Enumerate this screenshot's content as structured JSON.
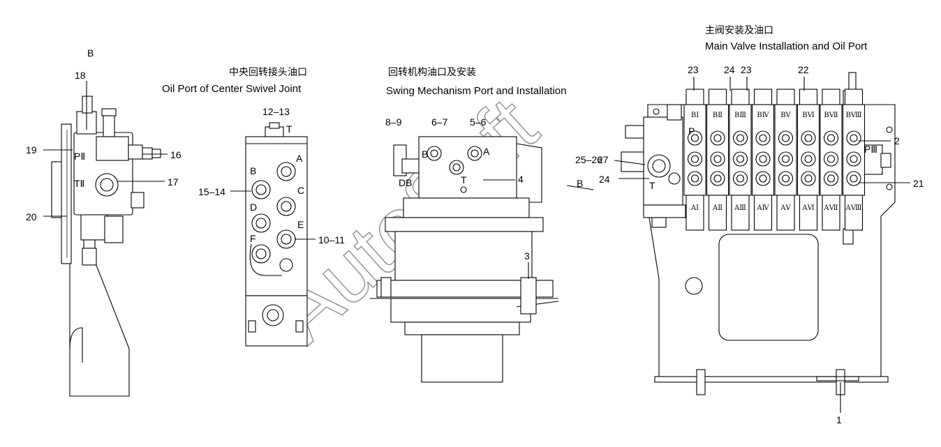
{
  "watermark": "AutoSoft",
  "views": {
    "left": {
      "title": "B",
      "labels": [
        "18",
        "19",
        "16",
        "17",
        "20",
        "PⅡ",
        "TⅡ"
      ]
    },
    "swivel": {
      "title_cn": "中央回转接头油口",
      "title_en": "Oil Port of Center Swivel Joint",
      "labels": [
        "12–13",
        "T",
        "A",
        "B",
        "C",
        "15–14",
        "D",
        "E",
        "F",
        "10–11"
      ]
    },
    "swing": {
      "title_cn": "回转机构油口及安装",
      "title_en": "Swing Mechanism Port and Installation",
      "labels": [
        "8–9",
        "6–7",
        "5–6",
        "B",
        "A",
        "T",
        "DB",
        "4",
        "3",
        "B"
      ]
    },
    "main_valve": {
      "title_cn": "主阀安装及油口",
      "title_en": "Main Valve Installation and Oil Port",
      "top_labels": [
        "23",
        "24",
        "23",
        "22"
      ],
      "port_labels": [
        "P",
        "T",
        "PⅢ"
      ],
      "b_sections": [
        "BⅠ",
        "BⅡ",
        "BⅢ",
        "BⅣ",
        "BⅤ",
        "BⅥ",
        "BⅦ",
        "BⅧ"
      ],
      "a_sections": [
        "AⅠ",
        "AⅡ",
        "AⅢ",
        "AⅣ",
        "AⅤ",
        "AⅥ",
        "AⅦ",
        "AⅧ"
      ],
      "side_labels": [
        "25–26",
        "27",
        "24",
        "2",
        "21",
        "1"
      ]
    }
  }
}
